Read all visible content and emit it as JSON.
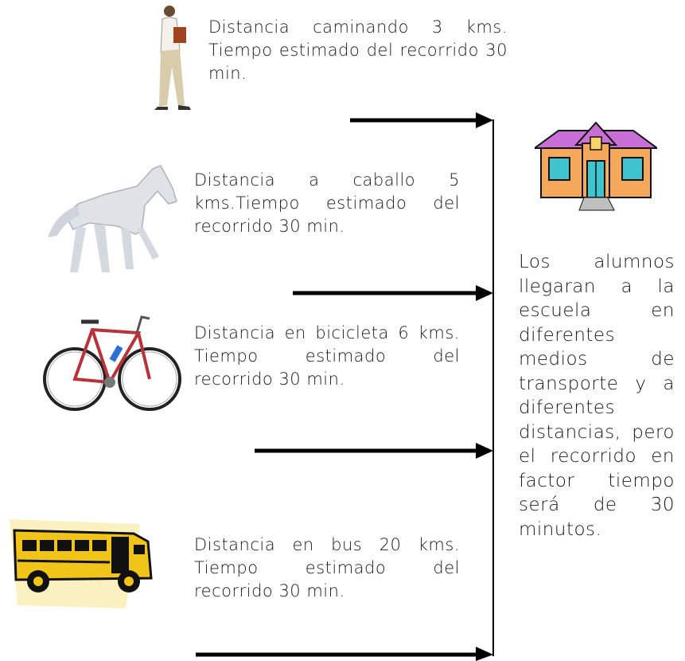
{
  "items": [
    {
      "text": "Distancia caminando 3 kms. Tiempo estimado del recorrido 30 min.",
      "icon": "walking-man-icon"
    },
    {
      "text": "Distancia a caballo 5 kms.Tiempo estimado del recorrido 30 min.",
      "icon": "horse-icon"
    },
    {
      "text": "Distancia en bicicleta 6 kms. Tiempo estimado del recorrido 30 min.",
      "icon": "bicycle-icon"
    },
    {
      "text": "Distancia en bus 20 kms. Tiempo estimado del recorrido 30 min.",
      "icon": "school-bus-icon"
    }
  ],
  "conclusion": "Los alumnos llegaran a la escuela en diferentes medios de transporte y a diferentes distancias, pero el recorrido en factor tiempo será de 30 minutos.",
  "destination_icon": "school-house-icon"
}
